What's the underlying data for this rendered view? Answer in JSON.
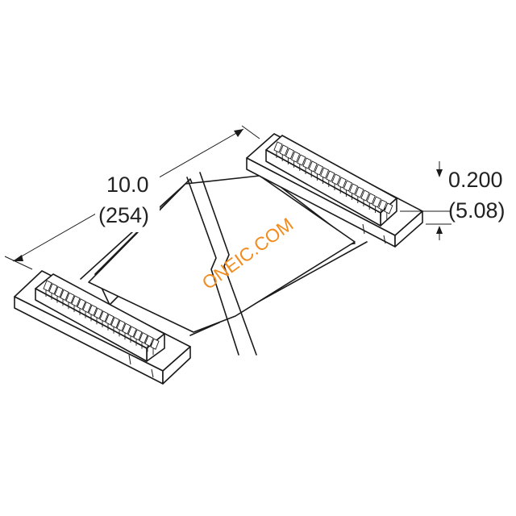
{
  "dimensions": {
    "length_inches": "10.0",
    "length_mm": "(254)",
    "height_inches": "0.200",
    "height_mm": "(5.08)"
  },
  "watermark": {
    "text": "ONEIC.COM",
    "color": "#f28c1e"
  },
  "colors": {
    "line": "#1a1a1a",
    "background": "#ffffff"
  }
}
